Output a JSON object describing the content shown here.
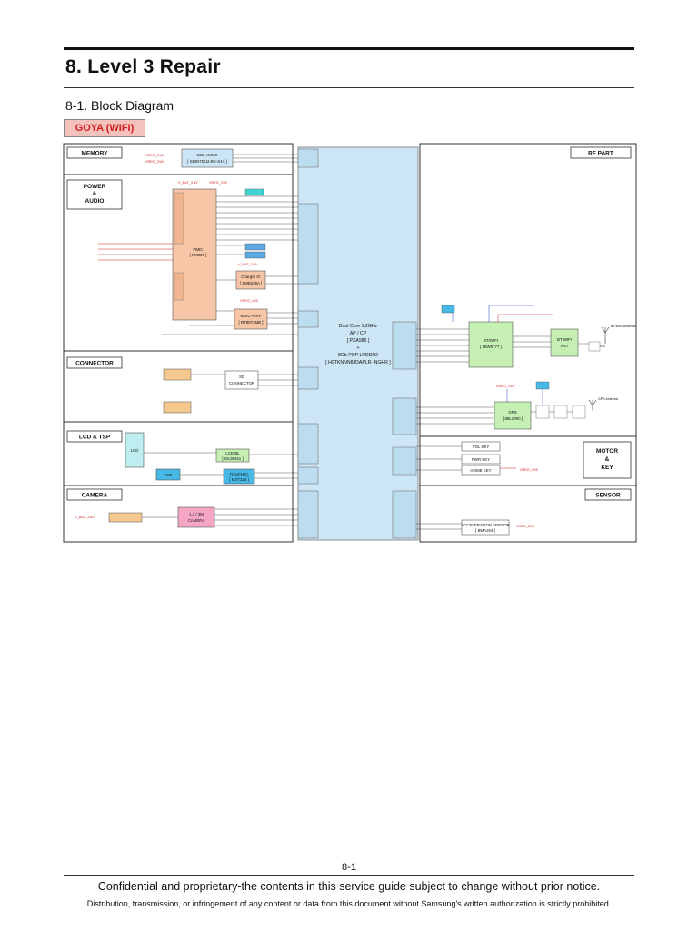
{
  "header": {
    "chapter_title": "8. Level 3 Repair",
    "section_title": "8-1. Block Diagram",
    "model_badge": "GOYA (WIFI)"
  },
  "diagram": {
    "sections": {
      "memory": "MEMORY",
      "power_audio": [
        "POWER",
        "&",
        "AUDIO"
      ],
      "connector": "CONNECTOR",
      "lcd_tsp": "LCD & TSP",
      "camera": "CAMERA",
      "rf_part": "RF PART",
      "motor_key": [
        "MOTOR",
        "&",
        "KEY"
      ],
      "sensor": "SENSOR"
    },
    "ap": {
      "lines": [
        "Dual Core 1.2GHz",
        "AP / CP",
        "[ PXA986 ]",
        "+",
        "8Gb POP LPDDR2",
        "[ H9TKNNN8JDAPLR- NGHR ]"
      ]
    },
    "blocks": {
      "emmc": [
        "8GB eMMC",
        "[ SDIN7DU2-8G-S4A ]"
      ],
      "pmic": [
        "PMIC",
        "[ PM800 ]"
      ],
      "charger": [
        "Charger IC",
        "[ SMB328A ]"
      ],
      "muic": [
        "MUIC+OVP",
        "[ RT8973MB ]"
      ],
      "sd_connector": [
        "SD",
        "CONNECTOR"
      ],
      "lcd": "LCD",
      "tsp": "TSP",
      "lcd_bl": [
        "LCD BL",
        "[ ISL98611 ]"
      ],
      "touch_ic": [
        "TOUCH IC",
        "[ MXT224 ]"
      ],
      "camera": [
        "1.3 / 3M",
        "CAMERA"
      ],
      "bt_wifi": [
        "BT/WIFI",
        "[ 88W8777 ]"
      ],
      "bt_wifi_ant": [
        "BT WIFI",
        "ANT"
      ],
      "gps": [
        "GPS",
        "[ 88L2000 ]"
      ],
      "vol_key": "VOL KEY",
      "pwr_key": "PWR KEY",
      "home_key": "HOME KEY",
      "accelerometer": [
        "ACCELERATION SENSOR",
        "[ BMA254 ]"
      ]
    },
    "ant_labels": {
      "bt_wifi": "BT/WIFI Antenna",
      "gps": "GPS Antenna"
    },
    "signals_red": {
      "vreg_1v8": "VREG_1V8",
      "v_bat": "V_BAT_3.8V",
      "vreg_2v8": "VREG_2V8"
    },
    "colors": {
      "red": "#d51d1d",
      "blue": "#1e3ec8",
      "ap_fill": "#cde6f5",
      "salmon": "#f6c6a6",
      "green": "#c5efb3",
      "cyan": "#bfeef0",
      "orange": "#f5c88e"
    }
  },
  "footer": {
    "page_number": "8-1",
    "notice": "Confidential and proprietary-the contents in this service guide subject to change without prior notice.",
    "legal": "Distribution, transmission, or infringement of any content or data from this document without Samsung's written authorization is strictly prohibited."
  }
}
